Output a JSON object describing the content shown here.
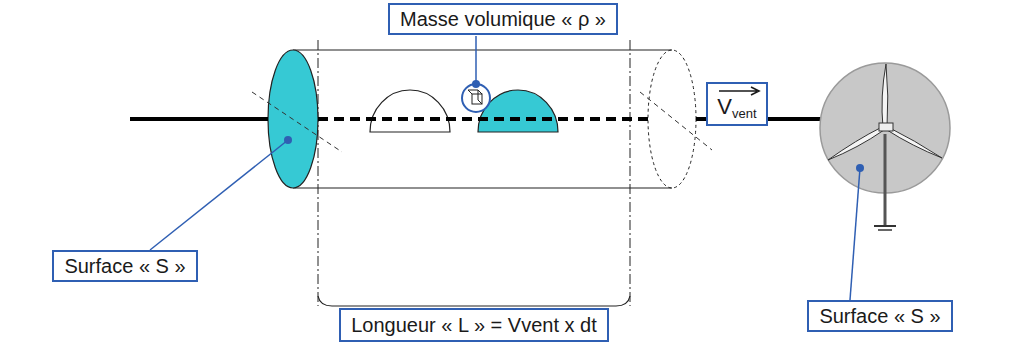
{
  "diagram": {
    "nodes": [
      {
        "text": [
          "Masse volumique « ρ »"
        ]
      },
      {
        "text": [
          "V",
          "vent"
        ]
      },
      {
        "text": [
          "Surface « S »"
        ]
      },
      {
        "text": [
          "Surface « S »"
        ]
      },
      {
        "text": [
          "Longueur « L » = Vvent x dt"
        ]
      }
    ]
  }
}
